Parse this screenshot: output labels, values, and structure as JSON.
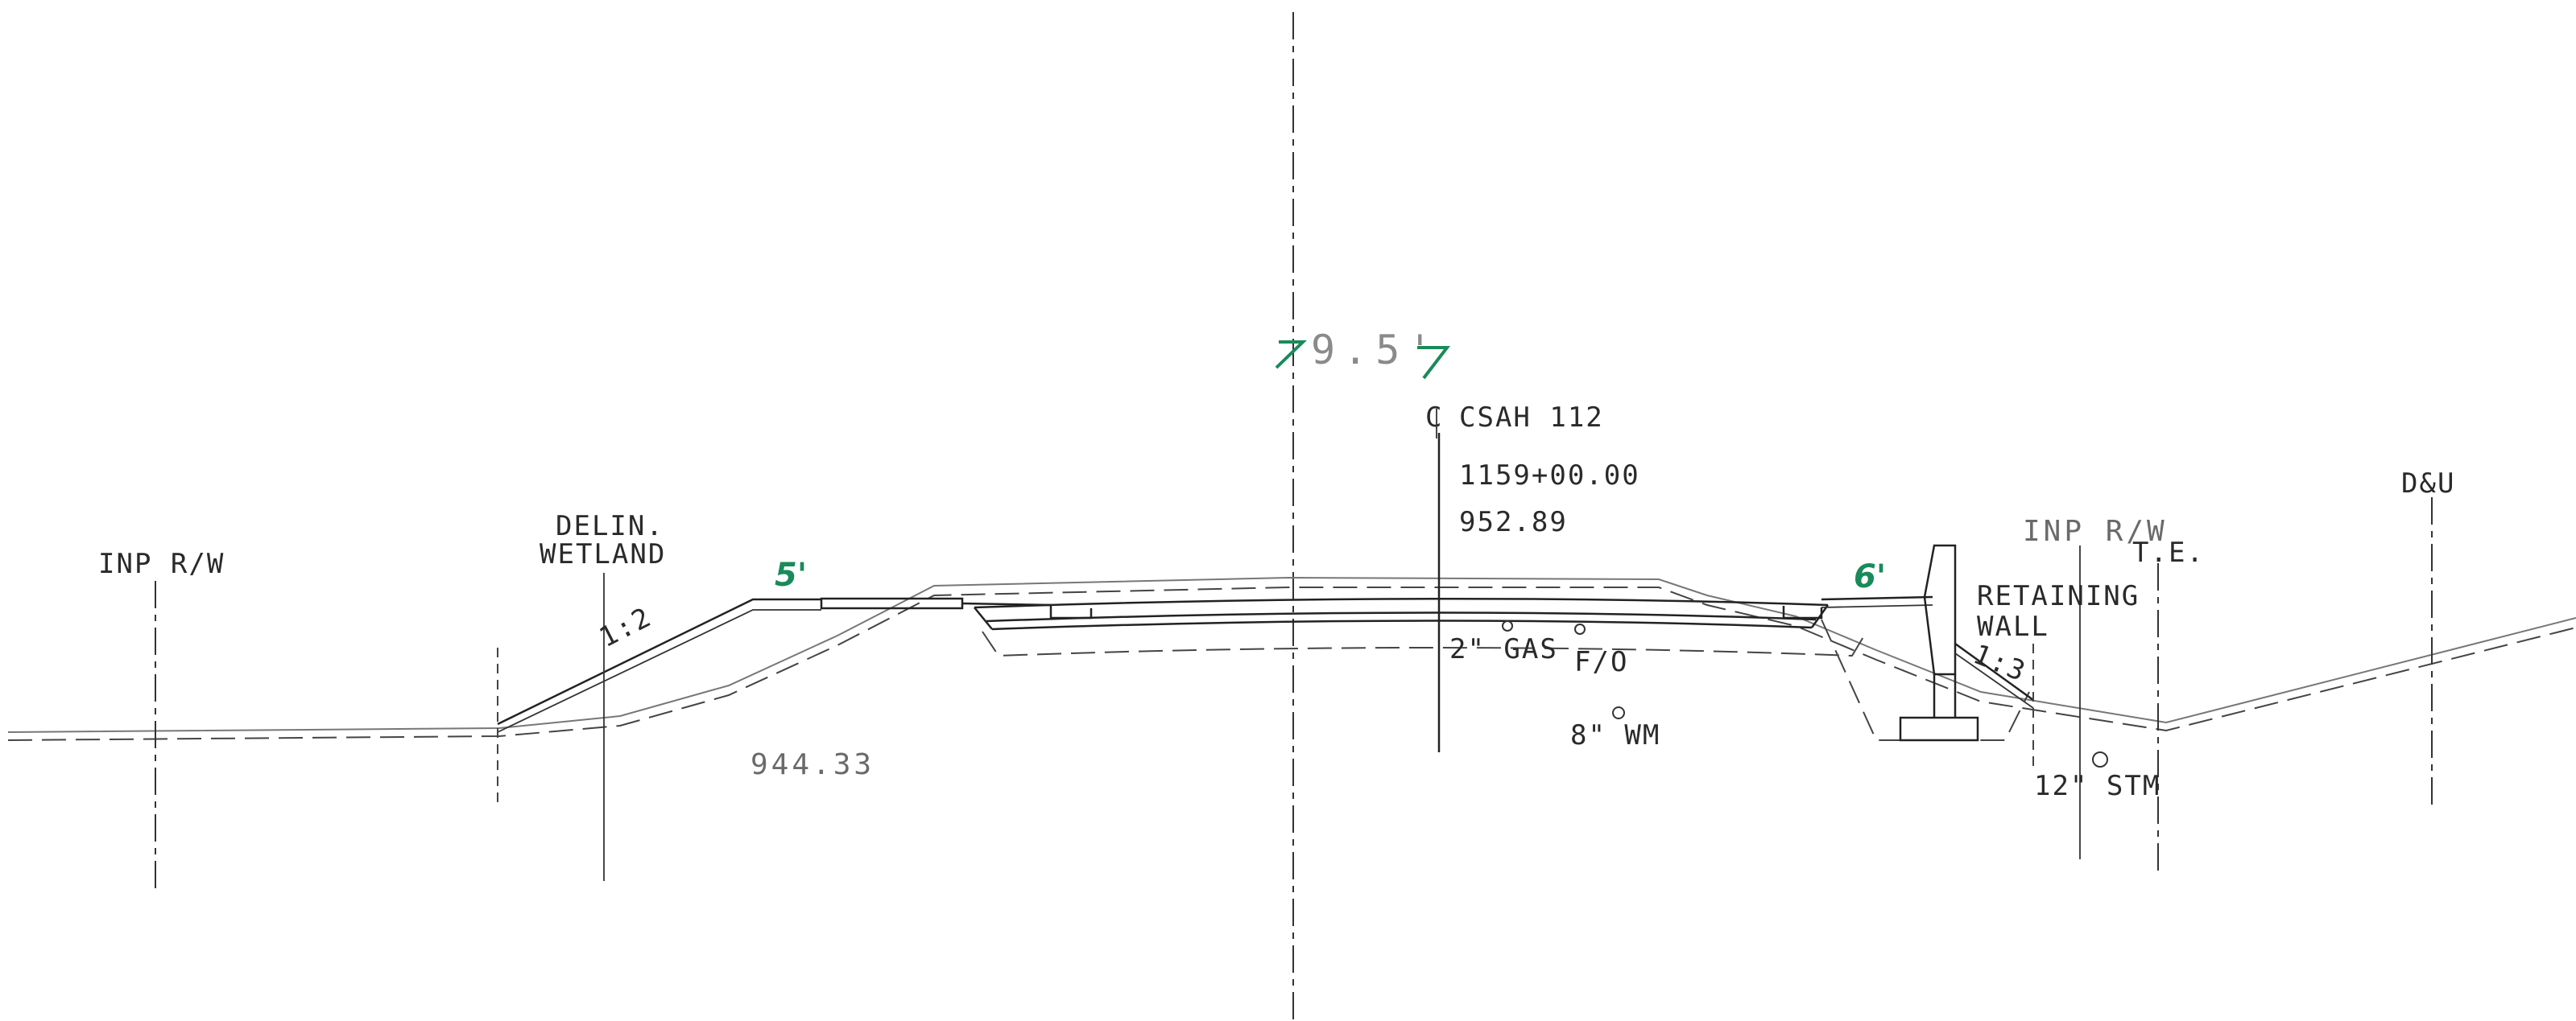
{
  "labels": {
    "inp_rw_left": "INP R/W",
    "delin": "DELIN.",
    "wetland": "WETLAND",
    "slope_left": "1:2",
    "dim_left": "5'",
    "offset_left": "944.33",
    "dimension_top": "9.5'",
    "centerline_symbol": "C",
    "road_name": "CSAH 112",
    "station": "1159+00.00",
    "elevation": "952.89",
    "gas": "2\" GAS",
    "fiber": "F/O",
    "water_main": "8\" WM",
    "dim_right": "6'",
    "inp_rw_right": "INP R/W",
    "te": "T.E.",
    "retaining": "RETAINING",
    "wall": "WALL",
    "slope_right": "1:3",
    "storm": "12\" STM",
    "du": "D&U"
  },
  "colors": {
    "markup_green": "#1a8a5a",
    "linework": "#222222"
  }
}
